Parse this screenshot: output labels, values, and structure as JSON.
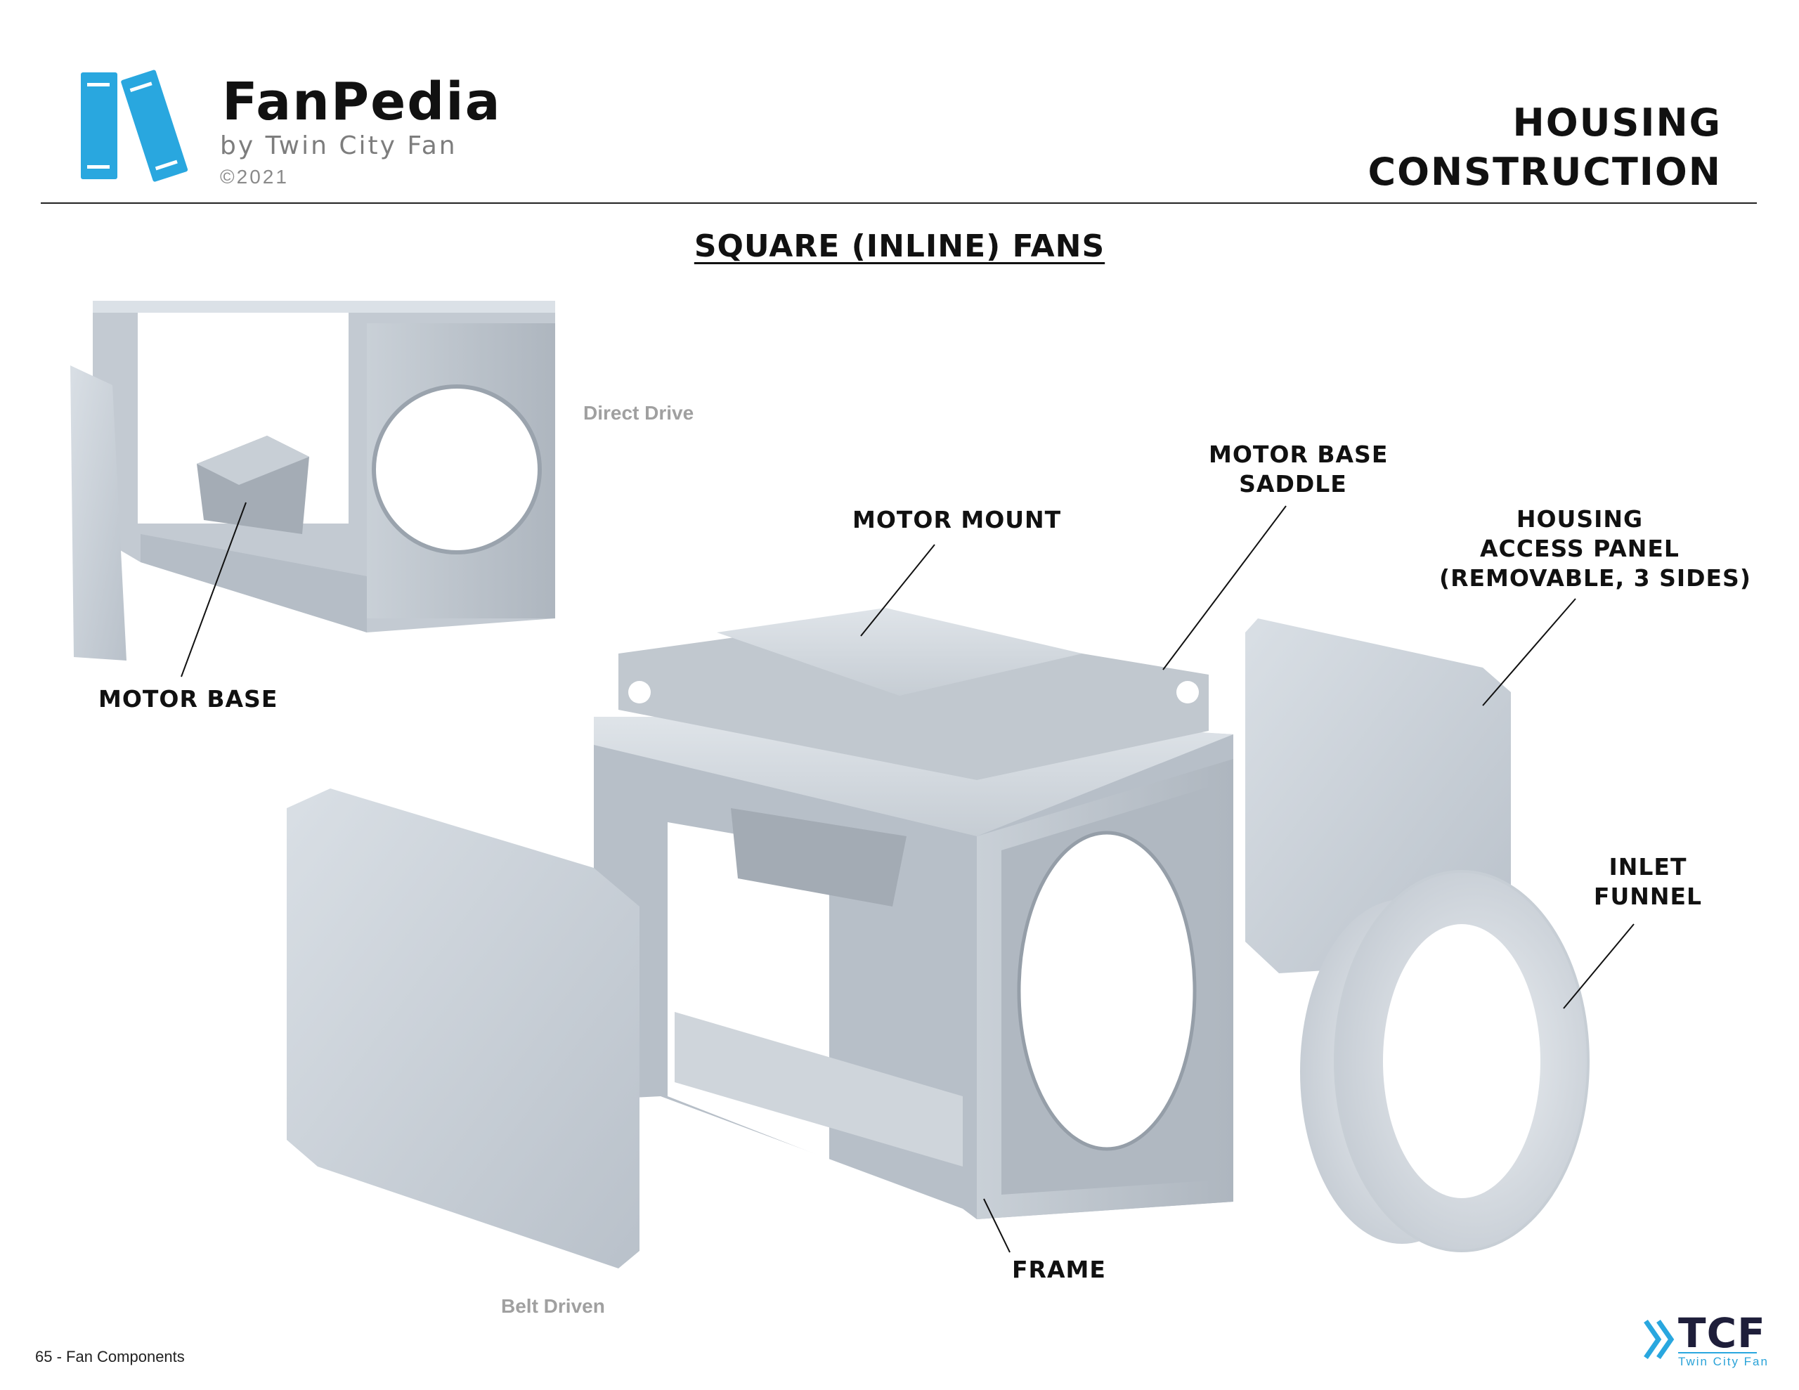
{
  "header": {
    "logo_title": "FanPedia",
    "logo_subtitle": "by Twin City Fan",
    "logo_copyright": "©2021",
    "page_title_line1": "HOUSING",
    "page_title_line2": "CONSTRUCTION"
  },
  "section_title": "SQUARE (INLINE) FANS",
  "views": {
    "direct_drive_label": "Direct Drive",
    "belt_driven_label": "Belt Driven"
  },
  "callouts": {
    "motor_base": "MOTOR BASE",
    "motor_mount": "MOTOR MOUNT",
    "motor_base_saddle_line1": "MOTOR BASE",
    "motor_base_saddle_line2": "SADDLE",
    "housing_panel_line1": "HOUSING",
    "housing_panel_line2": "ACCESS PANEL",
    "housing_panel_line3": "(REMOVABLE, 3 SIDES)",
    "inlet_funnel_line1": "INLET",
    "inlet_funnel_line2": "FUNNEL",
    "frame": "FRAME"
  },
  "footer": {
    "page_ref": "65 - Fan Components",
    "brand_mark": "TCF",
    "brand_name": "Twin City Fan"
  },
  "colors": {
    "accent_blue": "#29a7df",
    "metal_light": "#cfd6dd",
    "metal_mid": "#b4bcc5",
    "metal_dark": "#8e969f",
    "label_grey": "#a0a0a0"
  }
}
